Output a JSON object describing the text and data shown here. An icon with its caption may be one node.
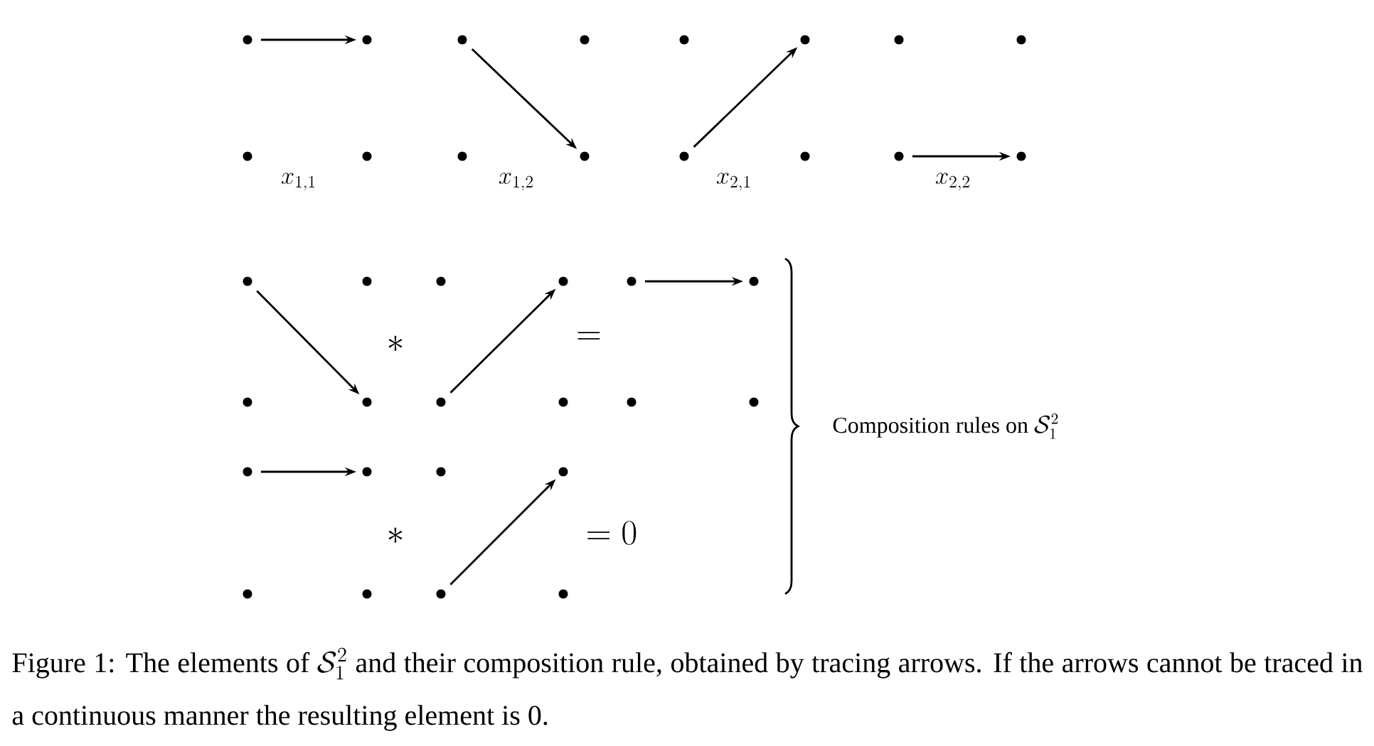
{
  "diagram": {
    "caption": "\\parbox[t]{\\capwidth}{Figure 1: The elements of $\\mathcal{S}_1^2$ and their composition rule, obtained by tracing arrows. If the arrows cannot be traced in a continuous manner the resulting element is 0.}",
    "nodes": [
      {
        "text": [],
        "shape": "circle"
      },
      {
        "text": [],
        "shape": "circle"
      },
      {
        "text": [],
        "shape": "circle"
      },
      {
        "text": [],
        "shape": "circle"
      },
      {
        "text": [],
        "shape": "circle"
      },
      {
        "text": [],
        "shape": "circle"
      },
      {
        "text": [],
        "shape": "circle"
      },
      {
        "text": [],
        "shape": "circle"
      },
      {
        "text": [],
        "shape": "circle"
      },
      {
        "text": [],
        "shape": "circle"
      },
      {
        "text": [],
        "shape": "circle"
      },
      {
        "text": [],
        "shape": "circle"
      },
      {
        "text": [],
        "shape": "circle"
      },
      {
        "text": [],
        "shape": "circle"
      },
      {
        "text": [],
        "shape": "circle"
      },
      {
        "text": [],
        "shape": "circle"
      },
      {
        "text": [],
        "shape": "circle"
      },
      {
        "text": [],
        "shape": "circle"
      },
      {
        "text": [],
        "shape": "circle"
      },
      {
        "text": [],
        "shape": "circle"
      },
      {
        "text": [],
        "shape": "circle"
      },
      {
        "text": [],
        "shape": "circle"
      },
      {
        "text": [],
        "shape": "circle"
      },
      {
        "text": [],
        "shape": "circle"
      },
      {
        "text": [],
        "shape": "circle"
      },
      {
        "text": [],
        "shape": "circle"
      },
      {
        "text": [],
        "shape": "circle"
      },
      {
        "text": [],
        "shape": "circle"
      },
      {
        "text": [],
        "shape": "circle"
      },
      {
        "text": [],
        "shape": "circle"
      },
      {
        "text": [],
        "shape": "circle"
      },
      {
        "text": [],
        "shape": "circle"
      },
      {
        "text": [],
        "shape": "circle"
      },
      {
        "text": [],
        "shape": "circle"
      },
      {
        "text": [],
        "shape": "circle"
      },
      {
        "text": [],
        "shape": "circle"
      }
    ],
    "edges": [
      {
        "from": 0,
        "to": 1,
        "arrow": "to"
      },
      {
        "from": 2,
        "to": 11,
        "arrow": "to"
      },
      {
        "from": 12,
        "to": 5,
        "arrow": "to"
      },
      {
        "from": 14,
        "to": 15,
        "arrow": "to"
      },
      {
        "from": 16,
        "to": 23,
        "arrow": "to"
      },
      {
        "from": 24,
        "to": 19,
        "arrow": "to"
      },
      {
        "from": 20,
        "to": 21,
        "arrow": "to"
      },
      {
        "from": 28,
        "to": 29,
        "arrow": "to"
      },
      {
        "from": 34,
        "to": 31,
        "arrow": "to"
      }
    ],
    "labels": [
      "x_{1,1}",
      "x_{1,2}",
      "x_{2,1}",
      "x_{2,2}",
      "*",
      "=",
      "\\text{Composition rules on }\\mathcal{S}_1^2",
      "*",
      "= 0"
    ]
  }
}
